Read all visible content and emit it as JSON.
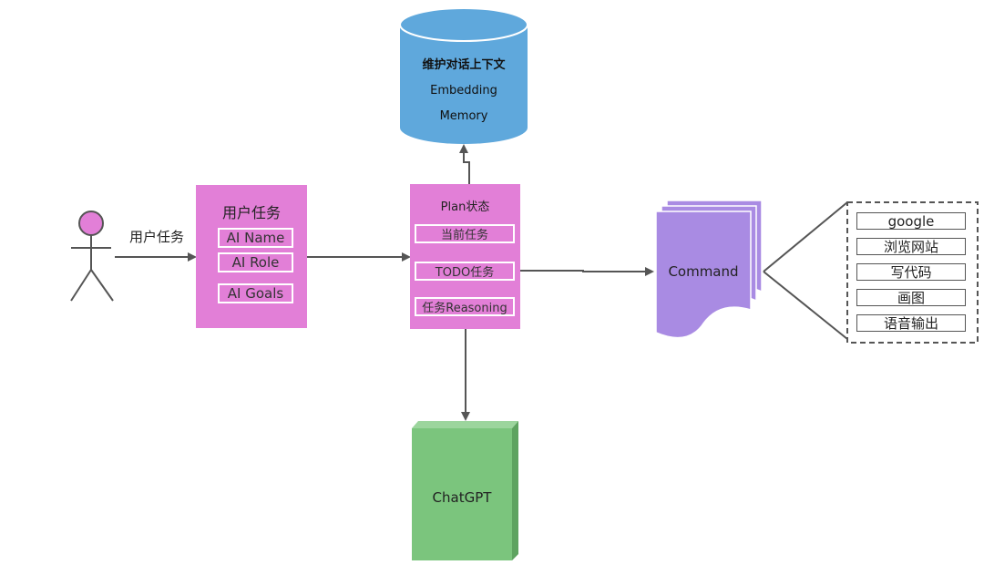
{
  "user": {
    "label": "用户任务"
  },
  "user_task_box": {
    "title": "用户任务",
    "fields": [
      "AI Name",
      "AI Role",
      "AI Goals"
    ]
  },
  "plan_box": {
    "title": "Plan状态",
    "fields": [
      "当前任务",
      "TODO任务",
      "任务Reasoning"
    ]
  },
  "memory": {
    "title": "维护对话上下文",
    "line1": "Embedding",
    "line2": "Memory"
  },
  "chatgpt": {
    "label": "ChatGPT"
  },
  "command": {
    "label": "Command",
    "items": [
      "google",
      "浏览网站",
      "写代码",
      "画图",
      "语音输出"
    ]
  },
  "colors": {
    "pink_box": "#E27FD7",
    "memory_blue": "#5FA8DC",
    "chatgpt_green": "#7BC57D",
    "command_purple": "#A98BE3",
    "arrow": "#555555"
  }
}
